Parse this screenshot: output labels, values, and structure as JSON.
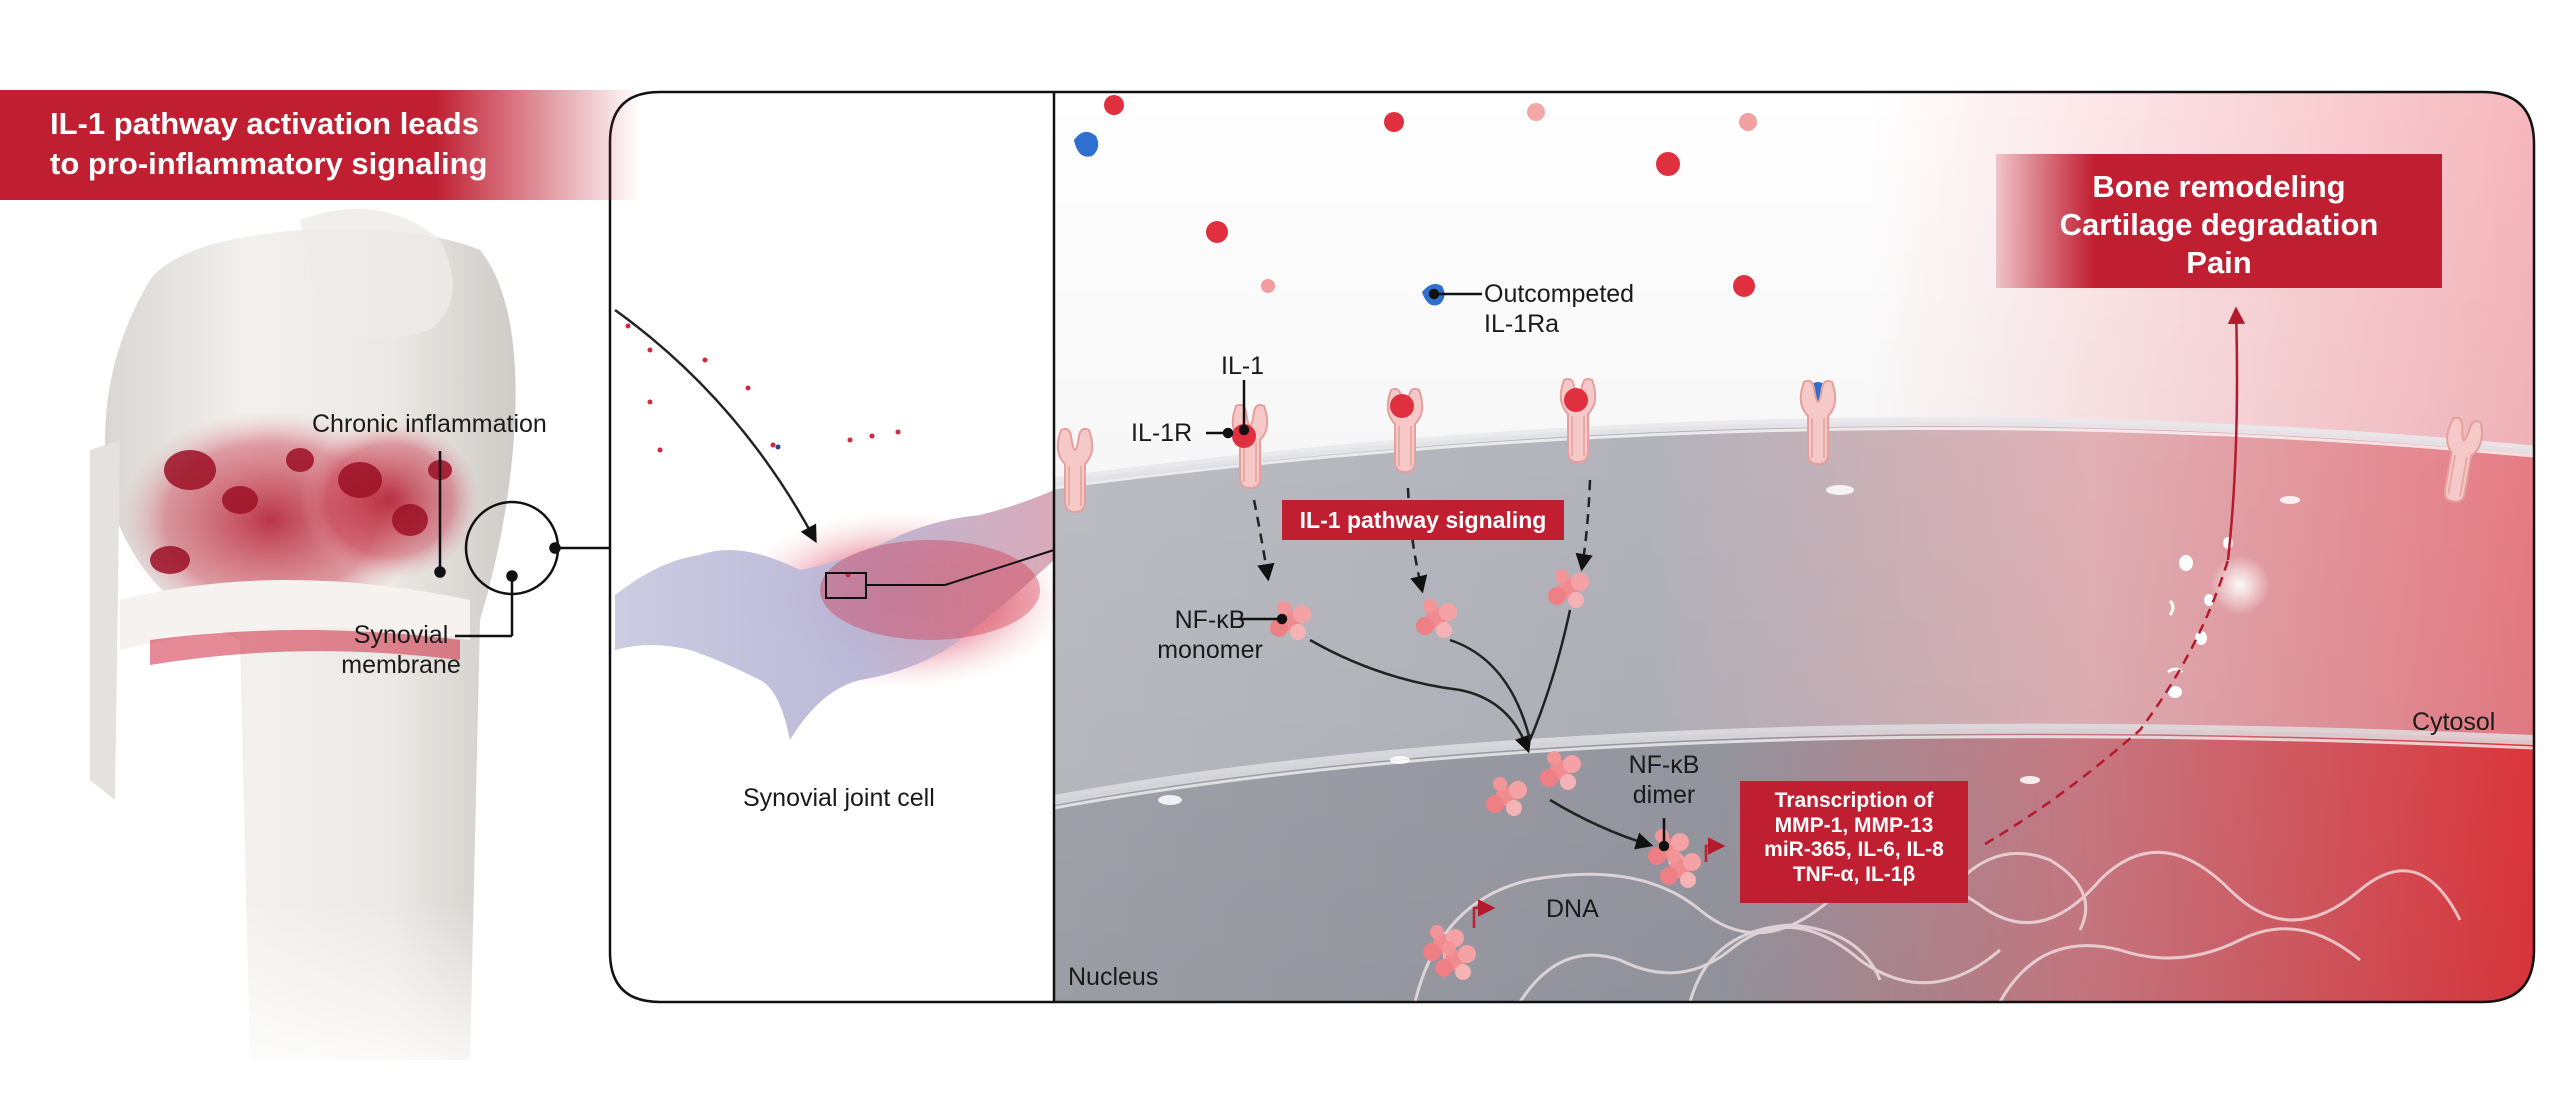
{
  "title": {
    "line1": "IL-1 pathway activation leads",
    "line2": "to pro-inflammatory signaling"
  },
  "joint_labels": {
    "chronic_inflammation": "Chronic inflammation",
    "synovial_membrane_line1": "Synovial",
    "synovial_membrane_line2": "membrane"
  },
  "cell_labels": {
    "synovial_joint_cell": "Synovial joint cell"
  },
  "pathway": {
    "outcompeted_line1": "Outcompeted",
    "outcompeted_line2": "IL-1Ra",
    "il1": "IL-1",
    "il1r": "IL-1R",
    "signaling_tag": "IL-1 pathway signaling",
    "nfkb_monomer_line1": "NF-κB",
    "nfkb_monomer_line2": "monomer",
    "nfkb_dimer_line1": "NF-κB",
    "nfkb_dimer_line2": "dimer",
    "dna": "DNA",
    "nucleus": "Nucleus",
    "cytosol": "Cytosol"
  },
  "transcription": {
    "line1": "Transcription of",
    "line2": "MMP-1, MMP-13",
    "line3": "miR-365, IL-6, IL-8",
    "line4": "TNF-α, IL-1β"
  },
  "outcomes": {
    "line1": "Bone remodeling",
    "line2": "Cartilage degradation",
    "line3": "Pain"
  },
  "colors": {
    "accent_red": "#c01f32",
    "il1ra_blue": "#2f6fd0",
    "nucleus_gray": "#9a9ca6"
  }
}
